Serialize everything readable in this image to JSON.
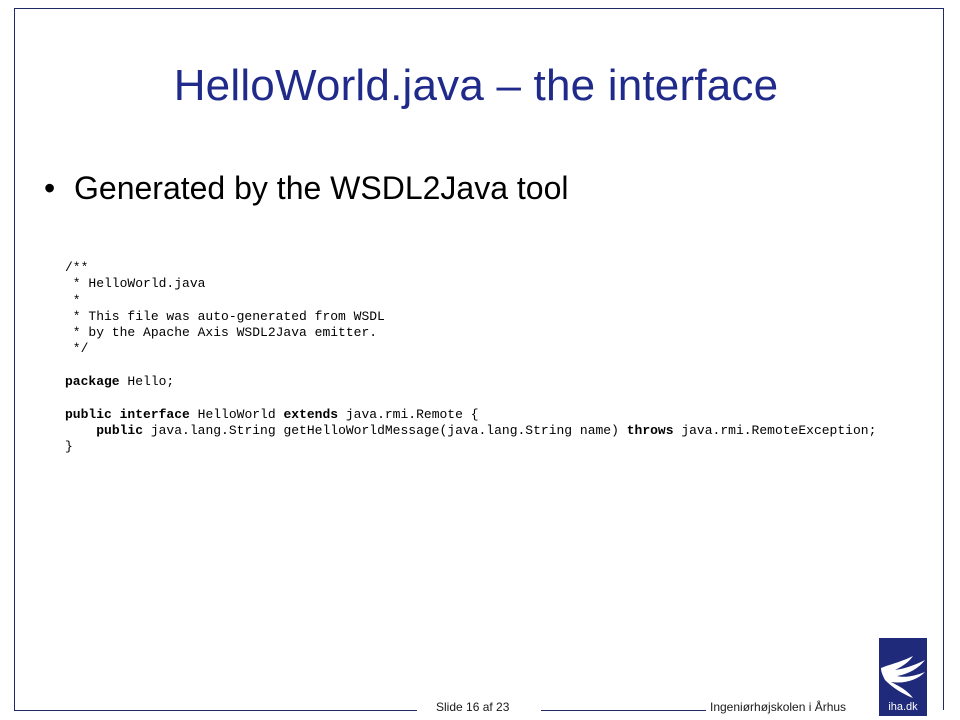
{
  "slide": {
    "title": "HelloWorld.java – the interface",
    "bullet": "Generated by the WSDL2Java tool",
    "bullet_marker": "•"
  },
  "code": {
    "lines": [
      [
        {
          "t": "/**",
          "b": false
        }
      ],
      [
        {
          "t": " * HelloWorld.java",
          "b": false
        }
      ],
      [
        {
          "t": " *",
          "b": false
        }
      ],
      [
        {
          "t": " * This file was auto-generated from WSDL",
          "b": false
        }
      ],
      [
        {
          "t": " * by the Apache Axis WSDL2Java emitter.",
          "b": false
        }
      ],
      [
        {
          "t": " */",
          "b": false
        }
      ],
      [
        {
          "t": "",
          "b": false
        }
      ],
      [
        {
          "t": "package",
          "b": true
        },
        {
          "t": " Hello;",
          "b": false
        }
      ],
      [
        {
          "t": "",
          "b": false
        }
      ],
      [
        {
          "t": "public",
          "b": true
        },
        {
          "t": " ",
          "b": false
        },
        {
          "t": "interface",
          "b": true
        },
        {
          "t": " HelloWorld ",
          "b": false
        },
        {
          "t": "extends",
          "b": true
        },
        {
          "t": " java.rmi.Remote {",
          "b": false
        }
      ],
      [
        {
          "t": "    ",
          "b": false
        },
        {
          "t": "public",
          "b": true
        },
        {
          "t": " java.lang.String getHelloWorldMessage(java.lang.String name) ",
          "b": false
        },
        {
          "t": "throws",
          "b": true
        },
        {
          "t": " java.rmi.RemoteException;",
          "b": false
        }
      ],
      [
        {
          "t": "}",
          "b": false
        }
      ]
    ]
  },
  "footer": {
    "slide_number": "Slide 16 af  23",
    "school": "Ingeniørhøjskolen i Århus",
    "logo_text": "iha.dk"
  },
  "colors": {
    "title": "#1f2a8a",
    "frame": "#1f2a66",
    "logo_bg": "#1f2a7a"
  }
}
